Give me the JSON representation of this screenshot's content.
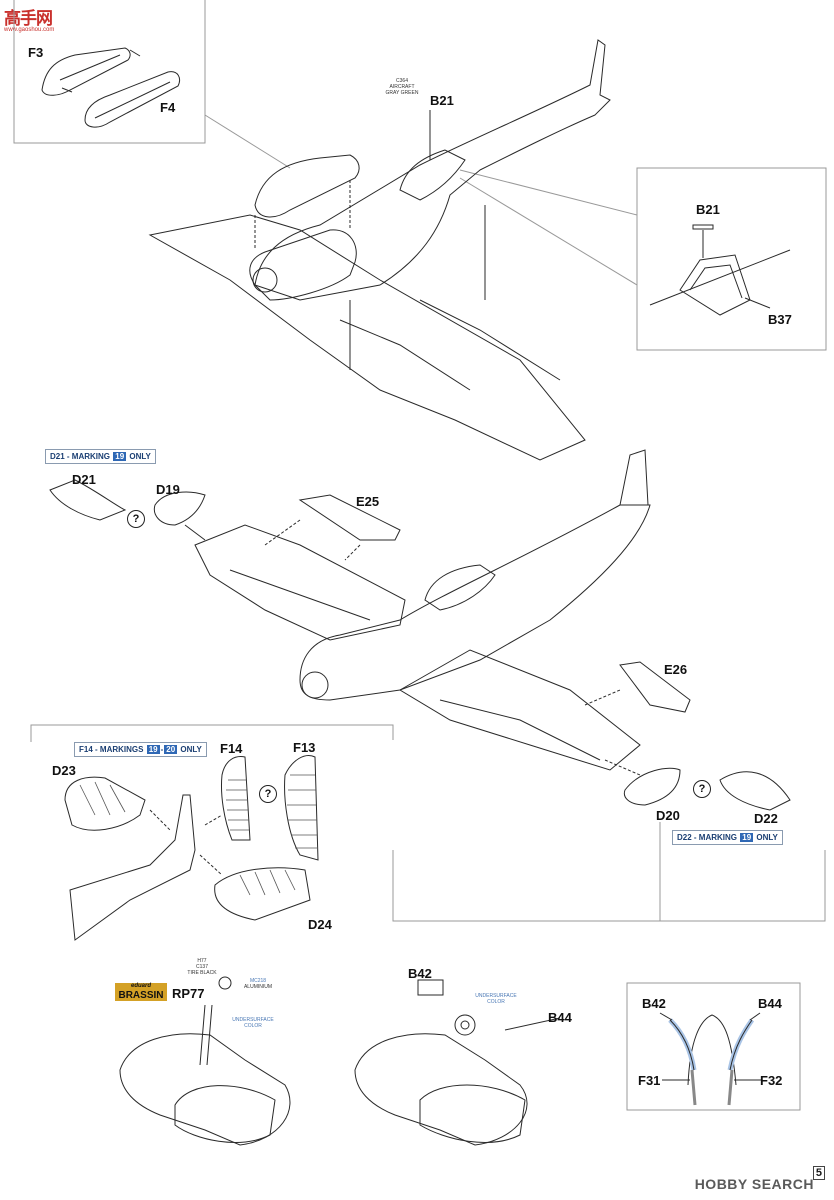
{
  "watermark": {
    "logo_text": "高手网",
    "logo_url": "www.gaoshou.com",
    "footer": "HOBBY SEARCH"
  },
  "page_number": "5",
  "parts": {
    "f3": "F3",
    "f4": "F4",
    "b21_top": "B21",
    "b21_detail": "B21",
    "b37": "B37",
    "d21": "D21",
    "d19": "D19",
    "e25": "E25",
    "e26": "E26",
    "d20": "D20",
    "d22": "D22",
    "d23": "D23",
    "f14": "F14",
    "f13": "F13",
    "d24": "D24",
    "rp77": "RP77",
    "b42": "B42",
    "b44": "B44",
    "detail_b42": "B42",
    "detail_b44": "B44",
    "f31": "F31",
    "f32": "F32"
  },
  "paint_notes": {
    "c364_code": "C364",
    "c364_name": "AIRCRAFT",
    "c364_name2": "GRAY GREEN",
    "h77": "H77",
    "c137": "C137",
    "tire_black": "TIRE BLACK",
    "mc218": "MC218",
    "aluminium": "ALUMINIUM",
    "underside_1": "UNDERSURFACE",
    "underside_1b": "COLOR",
    "underside_2": "UNDERSURFACE",
    "underside_2b": "COLOR"
  },
  "tags": {
    "d21_prefix": "D21 - ",
    "d21_word": "MARKING ",
    "d21_num": "19",
    "d21_suffix": " ONLY",
    "f14_prefix": "F14 - ",
    "f14_word": "MARKINGS ",
    "f14_num1": "19",
    "f14_dash": "-",
    "f14_num2": "20",
    "f14_suffix": " ONLY",
    "d22_prefix": "D22 - ",
    "d22_word": "MARKING ",
    "d22_num": "19",
    "d22_suffix": " ONLY"
  },
  "question_mark": "?",
  "brassin": {
    "top": "eduard",
    "main": "BRASSIN"
  },
  "colors": {
    "line": "#2a2a2a",
    "accent_blue": "#2f68b5",
    "clear_part": "#a9c4e6",
    "brassin_gold": "#d4a126",
    "watermark_red": "#c9302c"
  }
}
